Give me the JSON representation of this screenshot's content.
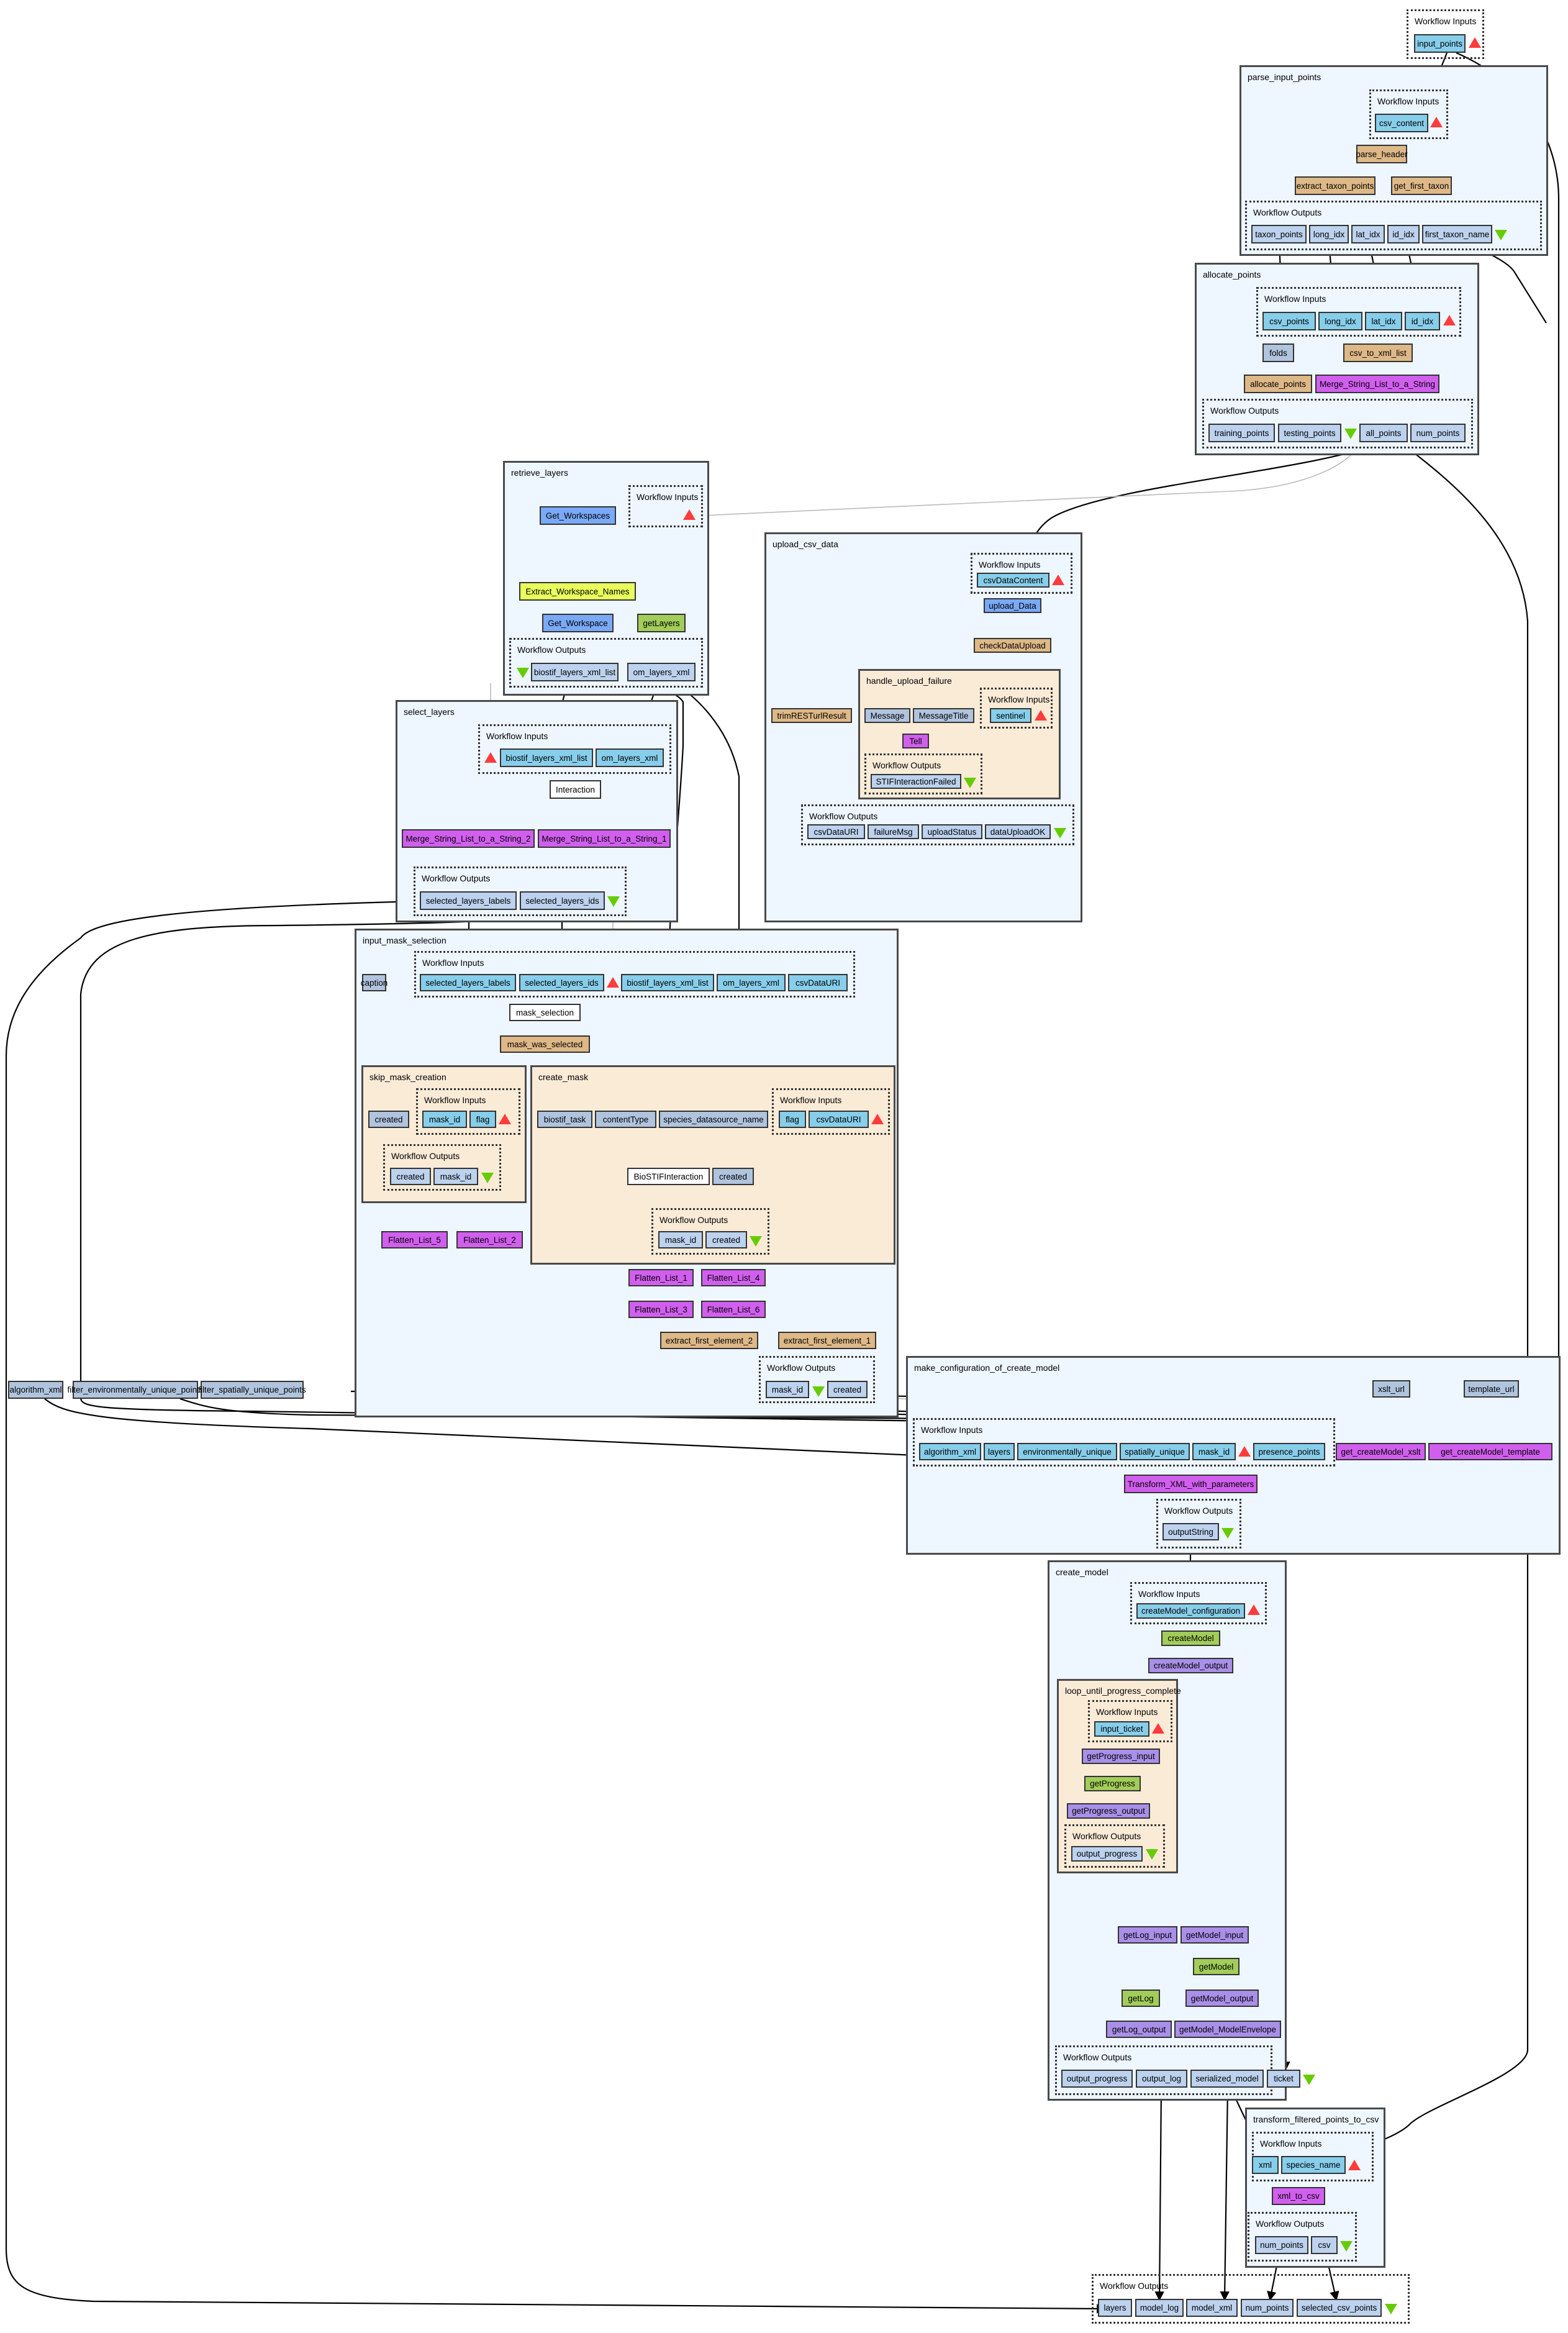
{
  "labels": {
    "workflow_inputs": "Workflow Inputs",
    "workflow_outputs": "Workflow Outputs"
  },
  "legend_colors": {
    "workflow_input": "#87ceeb",
    "workflow_output": "#bcd2ee",
    "string_constant": "#b0c4de",
    "beanshell": "#deb887",
    "wsdl": "#7aa9f7",
    "xpath": "#e8ff5c",
    "local_worker": "#d15fee",
    "xml_splitter": "#a98fe8",
    "soaplab": "#a2cd5a",
    "interaction": "#ffffff",
    "input_marker": "#ff3b3b",
    "output_marker": "#66cc00"
  },
  "top_inputs": {
    "input_points": "input_points"
  },
  "parse_input_points": {
    "title": "parse_input_points",
    "inputs": [
      "csv_content"
    ],
    "processors": [
      "parse_header",
      "extract_taxon_points",
      "get_first_taxon"
    ],
    "outputs": [
      "taxon_points",
      "long_idx",
      "lat_idx",
      "id_idx",
      "first_taxon_name"
    ]
  },
  "allocate_points": {
    "title": "allocate_points",
    "inputs": [
      "csv_points",
      "long_idx",
      "lat_idx",
      "id_idx"
    ],
    "constants": [
      "folds"
    ],
    "processors": [
      "csv_to_xml_list",
      "allocate_points",
      "Merge_String_List_to_a_String"
    ],
    "outputs": [
      "training_points",
      "testing_points",
      "all_points",
      "num_points"
    ]
  },
  "retrieve_layers": {
    "title": "retrieve_layers",
    "processors": [
      "Get_Workspaces",
      "Extract_Workspace_Names",
      "Get_Workspace",
      "getLayers"
    ],
    "outputs": [
      "biostif_layers_xml_list",
      "om_layers_xml"
    ]
  },
  "upload_csv_data": {
    "title": "upload_csv_data",
    "inputs": [
      "csvDataContent"
    ],
    "processors": [
      "upload_Data",
      "checkDataUpload",
      "trimRESTurlResult"
    ],
    "handle_upload_failure": {
      "title": "handle_upload_failure",
      "constants": [
        "Message",
        "MessageTitle"
      ],
      "inputs": [
        "sentinel"
      ],
      "processors": [
        "Tell"
      ],
      "outputs": [
        "STIFInteractionFailed"
      ]
    },
    "outputs": [
      "csvDataURI",
      "failureMsg",
      "uploadStatus",
      "dataUploadOK"
    ]
  },
  "select_layers": {
    "title": "select_layers",
    "inputs": [
      "biostif_layers_xml_list",
      "om_layers_xml"
    ],
    "processors": [
      "Interaction",
      "Merge_String_List_to_a_String_2",
      "Merge_String_List_to_a_String_1"
    ],
    "outputs": [
      "selected_layers_labels",
      "selected_layers_ids"
    ]
  },
  "input_mask_selection": {
    "title": "input_mask_selection",
    "constants": [
      "caption"
    ],
    "inputs": [
      "selected_layers_labels",
      "selected_layers_ids",
      "biostif_layers_xml_list",
      "om_layers_xml",
      "csvDataURI"
    ],
    "processors": [
      "mask_selection",
      "mask_was_selected",
      "Flatten_List_5",
      "Flatten_List_2",
      "Flatten_List_1",
      "Flatten_List_4",
      "Flatten_List_3",
      "Flatten_List_6",
      "extract_first_element_2",
      "extract_first_element_1"
    ],
    "skip_mask_creation": {
      "title": "skip_mask_creation",
      "constants": [
        "created"
      ],
      "inputs": [
        "mask_id",
        "flag"
      ],
      "outputs": [
        "created",
        "mask_id"
      ]
    },
    "create_mask": {
      "title": "create_mask",
      "constants": [
        "biostif_task",
        "contentType",
        "species_datasource_name",
        "created"
      ],
      "inputs": [
        "flag",
        "csvDataURI"
      ],
      "processors": [
        "BioSTIFInteraction"
      ],
      "outputs": [
        "mask_id",
        "created"
      ]
    },
    "outputs": [
      "mask_id",
      "created"
    ]
  },
  "top_constants": [
    "algorithm_xml",
    "filter_environmentally_unique_points",
    "filter_spatially_unique_points"
  ],
  "make_configuration_of_create_model": {
    "title": "make_configuration_of_create_model",
    "constants": [
      "xslt_url",
      "template_url"
    ],
    "inputs": [
      "algorithm_xml",
      "layers",
      "environmentally_unique",
      "spatially_unique",
      "mask_id",
      "presence_points"
    ],
    "processors": [
      "get_createModel_xslt",
      "get_createModel_template",
      "Transform_XML_with_parameters"
    ],
    "outputs": [
      "outputString"
    ]
  },
  "create_model": {
    "title": "create_model",
    "inputs": [
      "createModel_configuration"
    ],
    "processors": [
      "createModel",
      "createModel_output",
      "getLog_input",
      "getModel_input",
      "getModel",
      "getLog",
      "getModel_output",
      "getLog_output",
      "getModel_ModelEnvelope"
    ],
    "loop_until_progress_complete": {
      "title": "loop_until_progress_complete",
      "inputs": [
        "input_ticket"
      ],
      "processors": [
        "getProgress_input",
        "getProgress",
        "getProgress_output"
      ],
      "outputs": [
        "output_progress"
      ]
    },
    "outputs": [
      "output_progress",
      "output_log",
      "serialized_model",
      "ticket"
    ]
  },
  "transform_filtered_points_to_csv": {
    "title": "transform_filtered_points_to_csv",
    "inputs": [
      "xml",
      "species_name"
    ],
    "processors": [
      "xml_to_csv"
    ],
    "outputs": [
      "num_points",
      "csv"
    ]
  },
  "top_outputs": [
    "layers",
    "model_log",
    "model_xml",
    "num_points",
    "selected_csv_points"
  ]
}
